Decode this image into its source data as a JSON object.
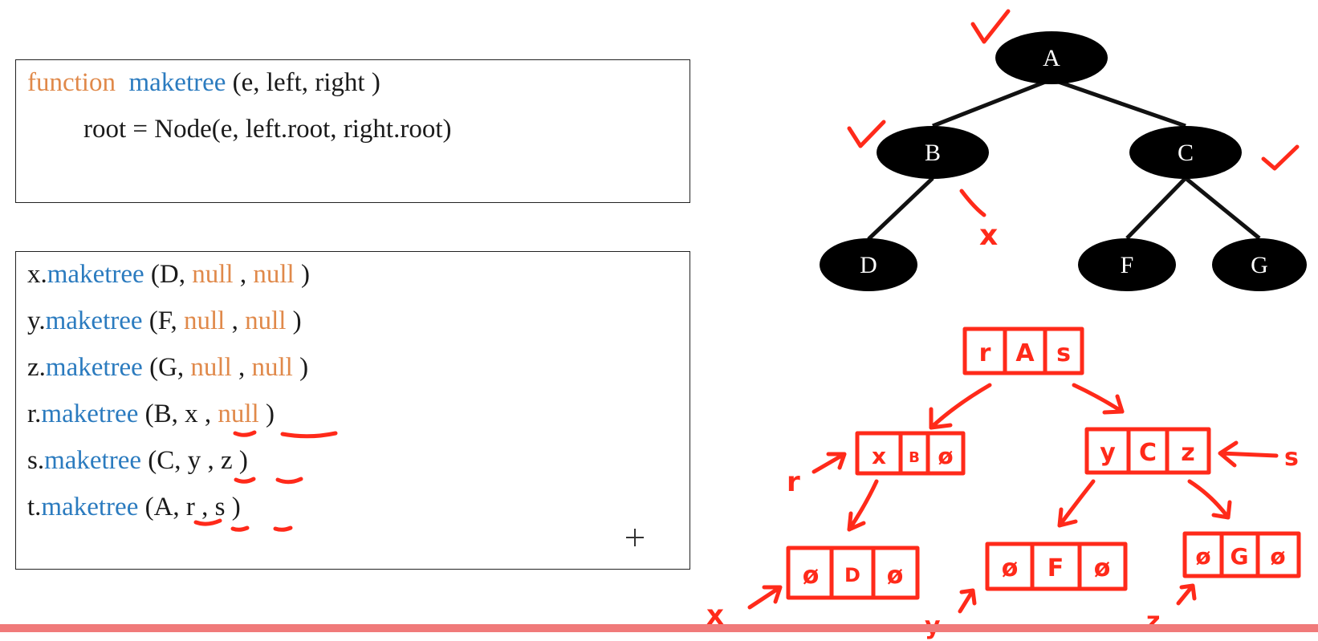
{
  "function_box": {
    "keyword": "function",
    "name": "maketree",
    "params": "(e, left, right )",
    "body": "root = Node(e, left.root, right.root)"
  },
  "calls": [
    {
      "obj": "x.",
      "fn": "maketree",
      "open": " (D, ",
      "a1": "null",
      "sep": " , ",
      "a2": "null",
      "close": " )"
    },
    {
      "obj": "y.",
      "fn": "maketree",
      "open": " (F, ",
      "a1": "null",
      "sep": " , ",
      "a2": "null",
      "close": " )"
    },
    {
      "obj": "z.",
      "fn": "maketree",
      "open": " (G, ",
      "a1": "null",
      "sep": " , ",
      "a2": "null",
      "close": " )"
    },
    {
      "obj": "r.",
      "fn": "maketree",
      "open": " (B, x , ",
      "a1": "",
      "sep": "",
      "a2": "null",
      "close": " )"
    },
    {
      "obj": "s.",
      "fn": "maketree",
      "open": " (C, y , z )",
      "a1": "",
      "sep": "",
      "a2": "",
      "close": ""
    },
    {
      "obj": "t.",
      "fn": "maketree",
      "open": " (A, r , s )",
      "a1": "",
      "sep": "",
      "a2": "",
      "close": ""
    }
  ],
  "tree": {
    "nodes": [
      "A",
      "B",
      "C",
      "D",
      "F",
      "G"
    ]
  },
  "handwriting": {
    "root_cells": [
      "r",
      "A",
      "s"
    ],
    "r_cells": [
      "x",
      "B",
      "ø"
    ],
    "s_cells": [
      "y",
      "C",
      "z"
    ],
    "x_cells": [
      "ø",
      "D",
      "ø"
    ],
    "y_cells": [
      "ø",
      "F",
      "ø"
    ],
    "z_cells": [
      "ø",
      "G",
      "ø"
    ],
    "labels": [
      "r",
      "s",
      "x",
      "y",
      "z"
    ],
    "cross_mark": "x"
  },
  "colors": {
    "ink": "#ff2a1a",
    "function_keyword": "#e0894a",
    "function_name": "#2b7bbf",
    "bar": "#f07a7a"
  }
}
